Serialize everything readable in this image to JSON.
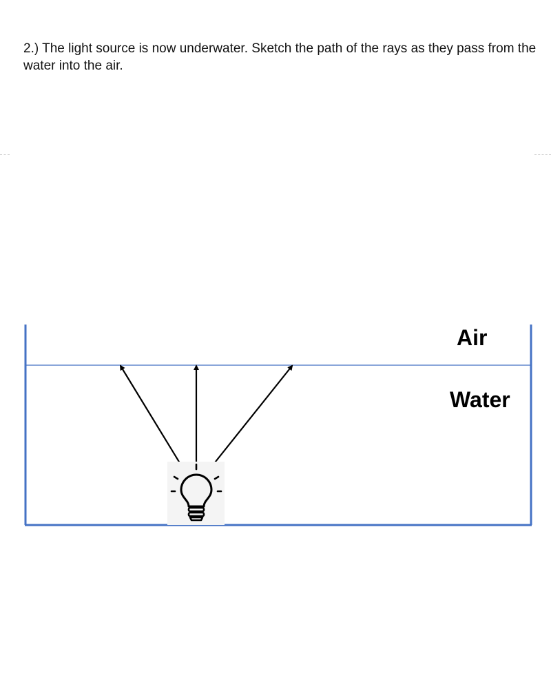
{
  "question": {
    "text": "2.) The light source is now underwater. Sketch the path of the rays as they pass from the water into the air."
  },
  "diagram": {
    "air_label": "Air",
    "water_label": "Water",
    "light_source_icon": "light-bulb-icon",
    "ray_count": 3,
    "colors": {
      "tank_border": "#4472c4",
      "ray": "#000000",
      "bulb_background": "#f4f4f4"
    }
  }
}
